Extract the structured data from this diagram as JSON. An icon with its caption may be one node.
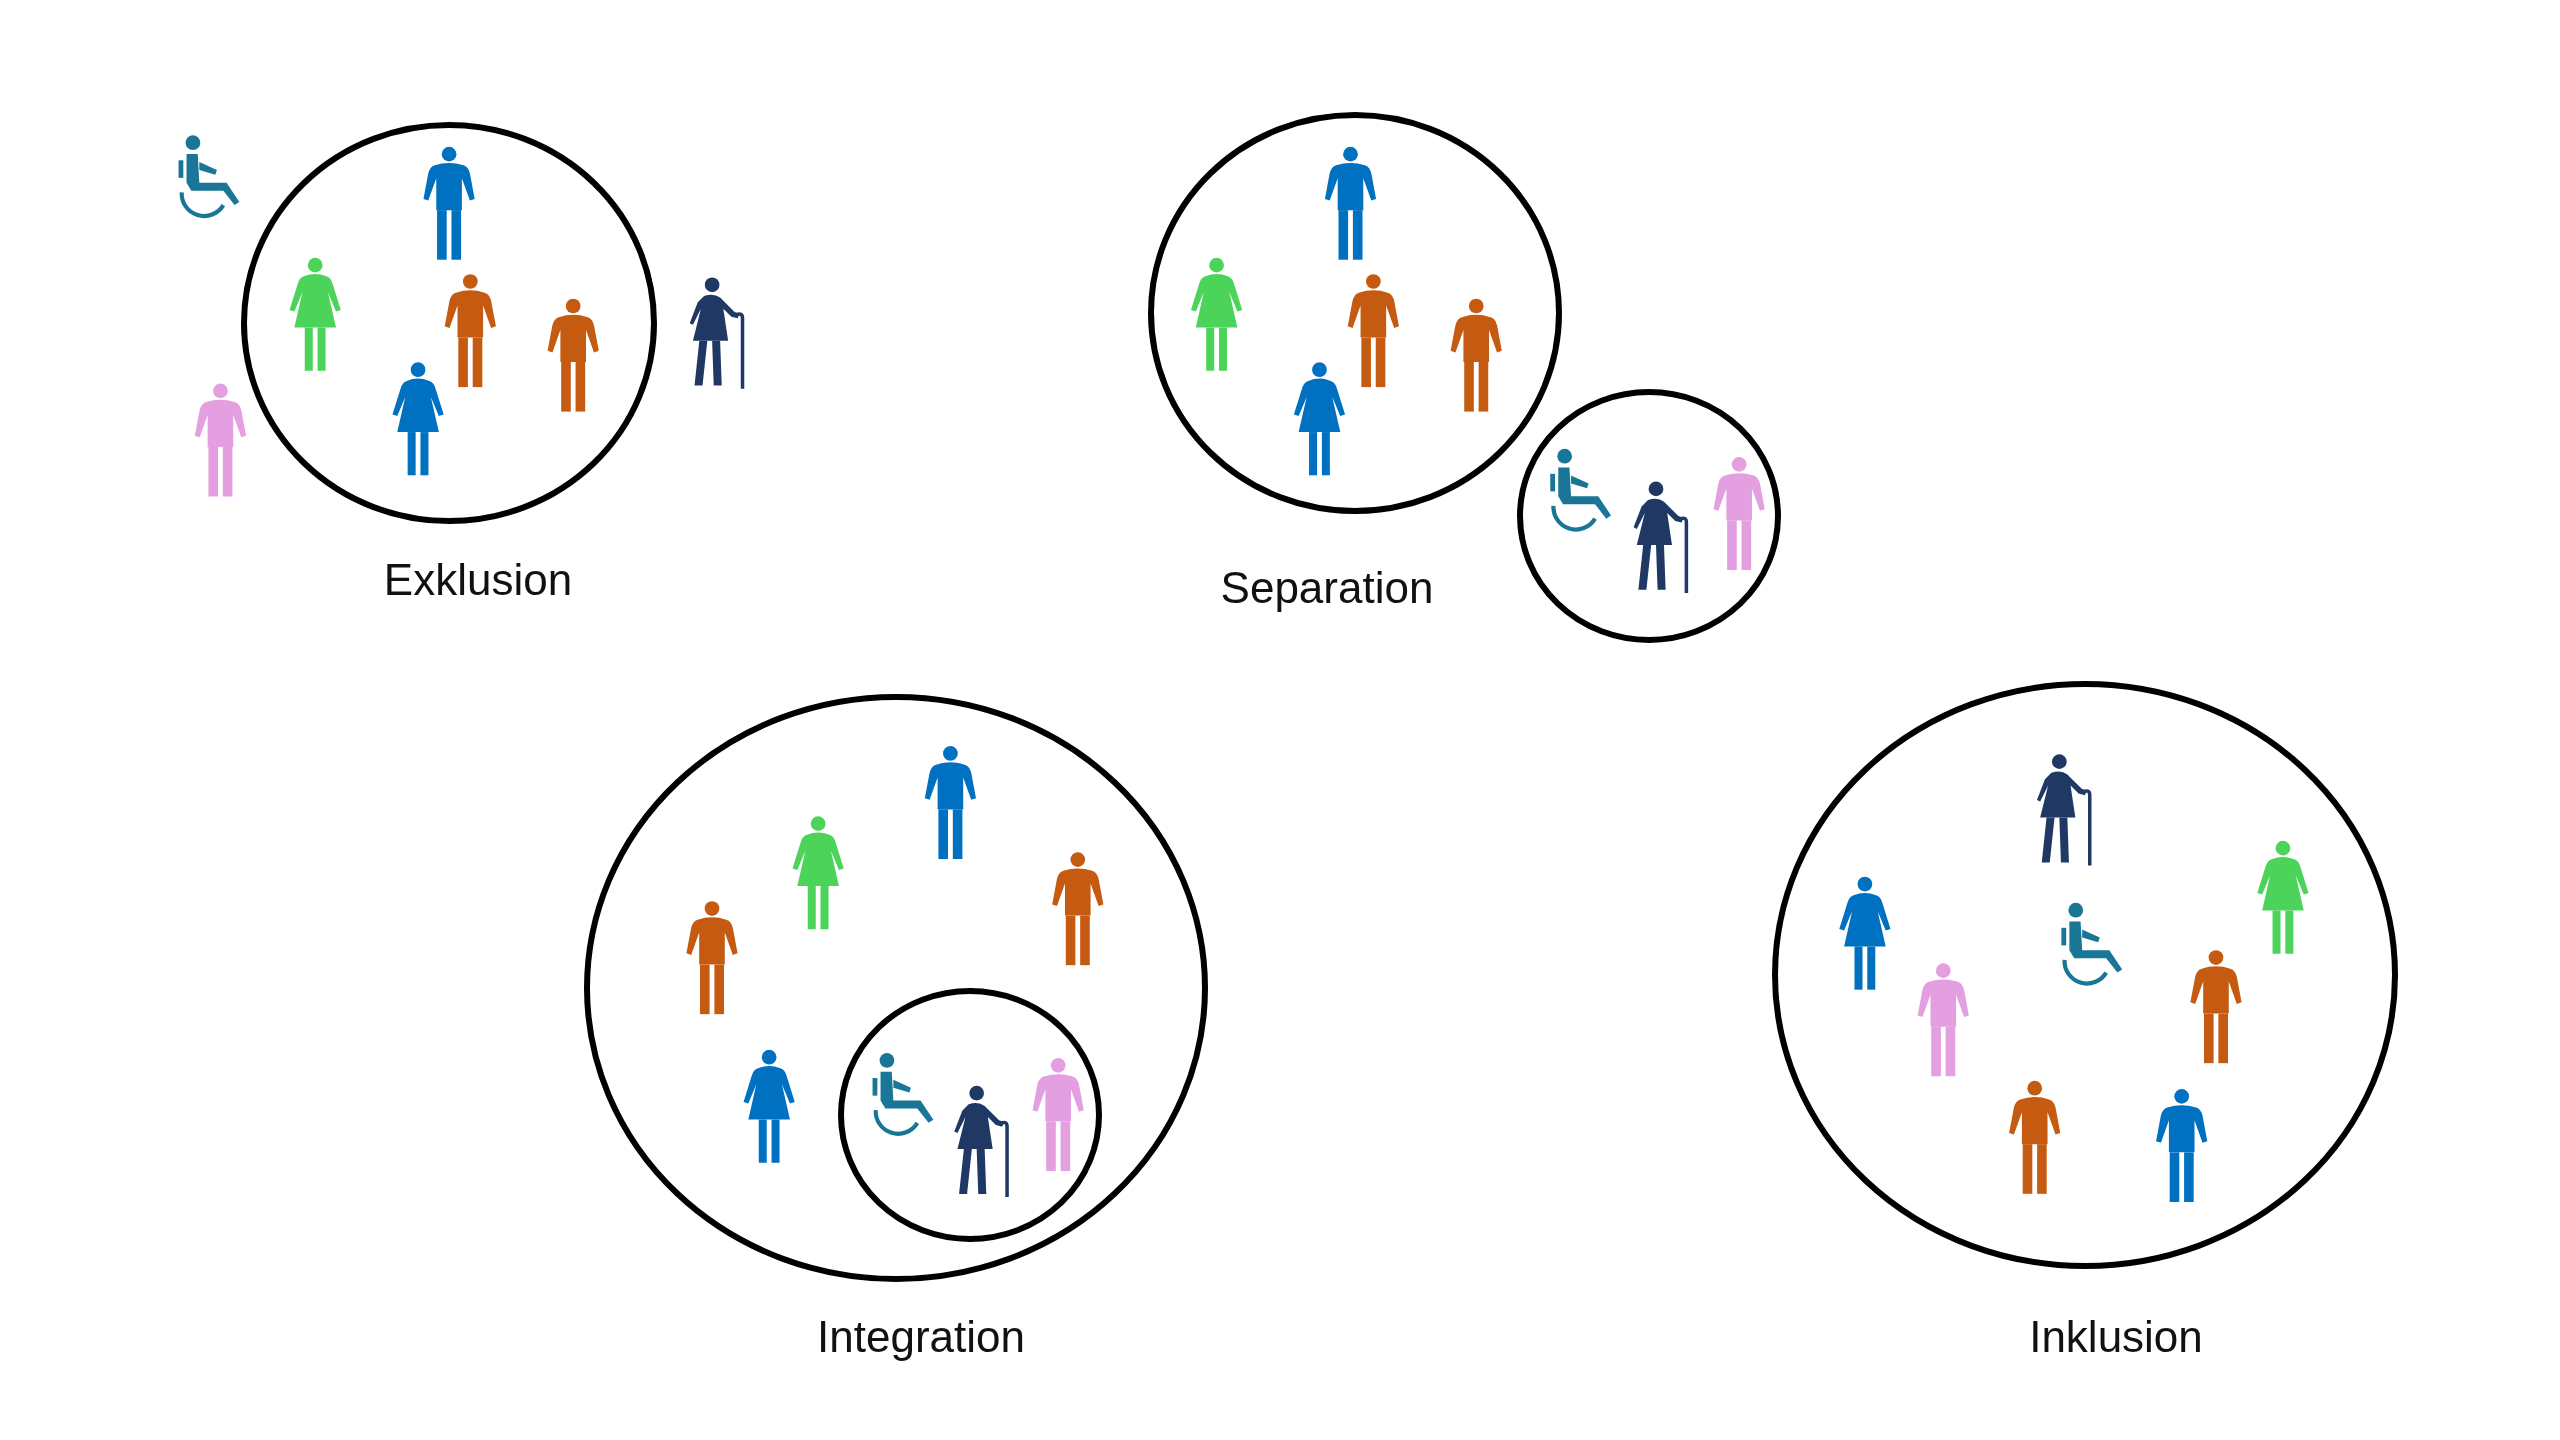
{
  "diagram": {
    "nodes": [
      {
        "text": [
          "Exklusion"
        ]
      },
      {
        "text": [
          "Separation"
        ]
      },
      {
        "text": [],
        "shape": "circle"
      },
      {
        "text": [
          "Integration"
        ]
      },
      {
        "text": [],
        "shape": "circle",
        "in": 3
      },
      {
        "text": [
          "Inklusion"
        ]
      }
    ]
  }
}
